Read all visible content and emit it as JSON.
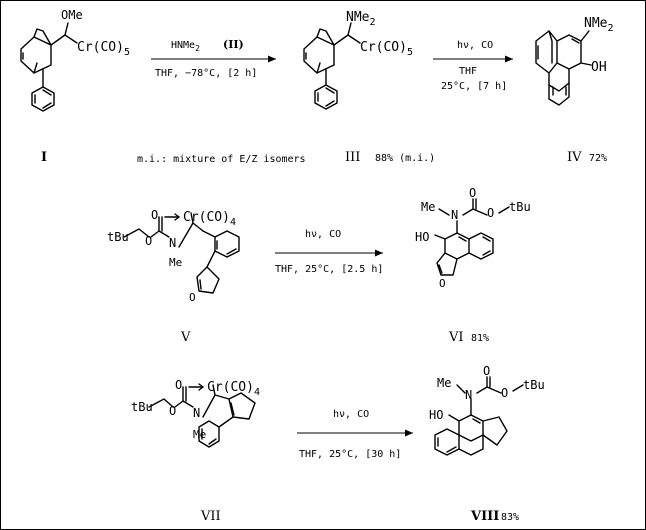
{
  "scheme": {
    "reaction1": {
      "compound_I": {
        "label": "I",
        "methoxy": "OMe",
        "metal_fragment": "Cr(CO)",
        "metal_fragment_sub": "5"
      },
      "arrow1": {
        "reagent_main": "HNMe",
        "reagent_sub": "2",
        "reagent_label": "(II)",
        "conditions": "THF, −78°C, [2 h]"
      },
      "compound_III": {
        "label": "III",
        "yield": "88% (m.i.)",
        "amine_main": "NMe",
        "amine_sub": "2",
        "metal_fragment": "Cr(CO)",
        "metal_fragment_sub": "5"
      },
      "note": "m.i.: mixture of E/Z isomers",
      "arrow2": {
        "conditions_top": "hν, CO",
        "solvent": "THF",
        "temp_time": "25°C, [7 h]"
      },
      "compound_IV": {
        "label": "IV",
        "yield": "72%",
        "amine_main": "NMe",
        "amine_sub": "2",
        "hydroxyl": "OH"
      }
    },
    "reaction2": {
      "compound_V": {
        "label": "V",
        "metal_fragment": "Cr(CO)",
        "metal_fragment_sub": "4",
        "tbu": "tBu",
        "o1": "O",
        "o2": "O",
        "n": "N",
        "me": "Me",
        "furan_o": "O"
      },
      "arrow": {
        "conditions_top": "hν, CO",
        "conditions_bottom": "THF, 25°C, [2.5 h]"
      },
      "compound_VI": {
        "label": "VI",
        "yield": "81%",
        "me": "Me",
        "n": "N",
        "carbonyl_o": "O",
        "ester_o": "O",
        "tbu": "tBu",
        "ho": "HO",
        "furan_o": "O"
      }
    },
    "reaction3": {
      "compound_VII": {
        "label": "VII",
        "metal_fragment": "Cr(CO)",
        "metal_fragment_sub": "4",
        "tbu": "tBu",
        "o1": "O",
        "o2": "O",
        "n": "N",
        "me": "Me"
      },
      "arrow": {
        "conditions_top": "hν, CO",
        "conditions_bottom": "THF, 25°C, [30 h]"
      },
      "compound_VIII": {
        "label": "VIII",
        "yield": "83%",
        "me": "Me",
        "n": "N",
        "carbonyl_o": "O",
        "ester_o": "O",
        "tbu": "tBu",
        "ho": "HO"
      }
    }
  }
}
